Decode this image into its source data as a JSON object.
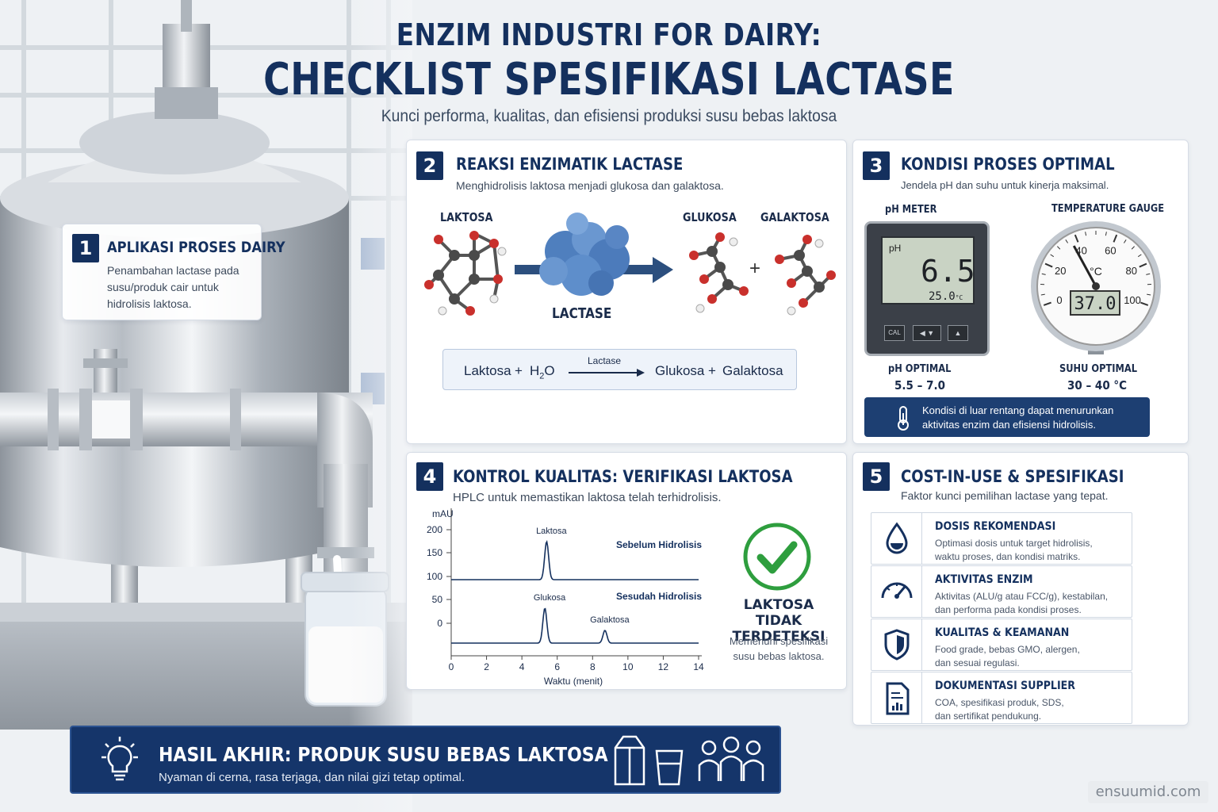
{
  "header": {
    "title_line1": "ENZIM INDUSTRI FOR DAIRY:",
    "title_line2": "CHECKLIST SPESIFIKASI LACTASE",
    "subtitle": "Kunci performa, kualitas, dan efisiensi produksi susu bebas laktosa"
  },
  "card1": {
    "number": "1",
    "title": "APLIKASI PROSES DAIRY",
    "lines": [
      "Penambahan lactase pada",
      "susu/produk cair untuk",
      "hidrolisis laktosa."
    ]
  },
  "card2": {
    "number": "2",
    "title": "REAKSI ENZIMATIK LACTASE",
    "subtitle": "Menghidrolisis laktosa menjadi glukosa dan galaktosa.",
    "label_laktosa": "LAKTOSA",
    "label_lactase": "LACTASE",
    "label_glukosa": "GLUKOSA",
    "label_galaktosa": "GALAKTOSA",
    "plus": "+",
    "equation": {
      "reactant": "Laktosa",
      "plus1": "+",
      "water": "H",
      "water_sub": "2",
      "water_end": "O",
      "catalyst": "Lactase",
      "product1": "Glukosa",
      "plus2": "+",
      "product2": "Galaktosa"
    }
  },
  "card3": {
    "number": "3",
    "title": "KONDISI PROSES OPTIMAL",
    "subtitle": "Jendela pH dan suhu untuk kinerja maksimal.",
    "ph_meter": {
      "label": "pH METER",
      "unit": "pH",
      "value": "6.5",
      "temp_reading": "25.0",
      "temp_unit": "°C",
      "btn_cal": "CAL",
      "optimal_label": "pH OPTIMAL",
      "optimal_range": "5.5 – 7.0"
    },
    "gauge": {
      "label": "TEMPERATURE GAUGE",
      "unit": "°C",
      "ticks": [
        "0",
        "20",
        "40",
        "60",
        "80",
        "100"
      ],
      "value": 37.0,
      "value_text": "37.0",
      "optimal_label": "SUHU OPTIMAL",
      "optimal_range": "30 – 40 °C"
    },
    "warning_lines": [
      "Kondisi di luar rentang dapat menurunkan",
      "aktivitas enzim dan efisiensi hidrolisis."
    ]
  },
  "card4": {
    "number": "4",
    "title": "KONTROL KUALITAS: VERIFIKASI LAKTOSA",
    "subtitle": "HPLC untuk memastikan laktosa telah terhidrolisis.",
    "check_title_lines": [
      "LAKTOSA",
      "TIDAK TERDETEKSI"
    ],
    "check_desc_lines": [
      "Memenuhi spesifikasi",
      "susu bebas laktosa."
    ]
  },
  "chart_data": {
    "type": "line",
    "ylabel": "mAU",
    "xlabel": "Waktu (menit)",
    "y_ticks": [
      "200",
      "150",
      "100",
      "50",
      "0"
    ],
    "x_ticks": [
      "0",
      "2",
      "4",
      "6",
      "8",
      "10",
      "12",
      "14"
    ],
    "xlim": [
      0,
      14
    ],
    "series": [
      {
        "name": "Sebelum Hidrolisis",
        "peaks": [
          {
            "x": 5.4,
            "label": "Laktosa"
          }
        ]
      },
      {
        "name": "Sesudah Hidrolisis",
        "peaks": [
          {
            "x": 5.3,
            "label": "Glukosa"
          },
          {
            "x": 8.7,
            "label": "Galaktosa"
          }
        ]
      }
    ]
  },
  "card5": {
    "number": "5",
    "title": "COST-IN-USE & SPESIFIKASI",
    "subtitle": "Faktor kunci pemilihan lactase yang tepat.",
    "items": [
      {
        "title": "DOSIS REKOMENDASI",
        "lines": [
          "Optimasi dosis untuk target hidrolisis,",
          "waktu proses, dan kondisi matriks."
        ]
      },
      {
        "title": "AKTIVITAS ENZIM",
        "lines": [
          "Aktivitas (ALU/g atau FCC/g), kestabilan,",
          "dan performa pada kondisi proses."
        ]
      },
      {
        "title": "KUALITAS & KEAMANAN",
        "lines": [
          "Food grade, bebas GMO, alergen,",
          "dan sesuai regulasi."
        ]
      },
      {
        "title": "DOKUMENTASI SUPPLIER",
        "lines": [
          "COA, spesifikasi produk, SDS,",
          "dan sertifikat pendukung."
        ]
      }
    ]
  },
  "banner": {
    "title": "HASIL AKHIR: PRODUK SUSU BEBAS LAKTOSA",
    "subtitle": "Nyaman di cerna, rasa terjaga, dan nilai gizi tetap optimal."
  },
  "watermark": "ensuumid.com",
  "colors": {
    "navy": "#14305e",
    "accent_green": "#2e9e3e",
    "molecule_red": "#d3312a"
  }
}
